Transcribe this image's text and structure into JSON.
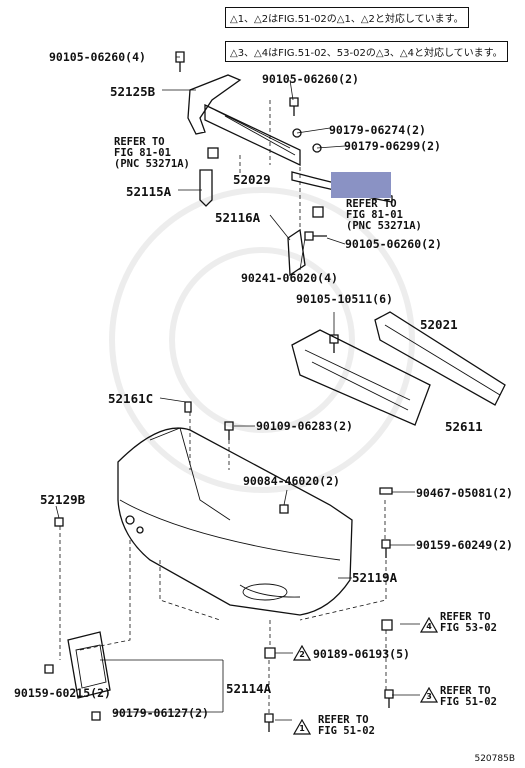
{
  "notes": {
    "note1": "△1、△2はFIG.51-02の△1、△2と対応しています。",
    "note2": "△3、△4はFIG.51-02、53-02の△3、△4と対応しています。"
  },
  "parts": {
    "p_90105_06260_a": "90105-06260(4)",
    "p_52125B": "52125B",
    "p_90105_06260_b": "90105-06260(2)",
    "p_90179_06274": "90179-06274(2)",
    "p_90179_06299": "90179-06299(2)",
    "p_52029": "52029",
    "p_52115A": "52115A",
    "p_52116A": "52116A",
    "p_90105_06260_c": "90105-06260(2)",
    "p_90241_06020": "90241-06020(4)",
    "p_90105_10511": "90105-10511(6)",
    "p_52021": "52021",
    "p_52611": "52611",
    "p_52161C": "52161C",
    "p_90109_06283": "90109-06283(2)",
    "p_90084_46020": "90084-46020(2)",
    "p_90467_05081": "90467-05081(2)",
    "p_52129B": "52129B",
    "p_90159_60249": "90159-60249(2)",
    "p_52119A": "52119A",
    "p_90189_06193": "90189-06193(5)",
    "p_90159_60215": "90159-60215(2)",
    "p_52114A": "52114A",
    "p_90179_06127": "90179-06127(2)"
  },
  "refs": {
    "ref1": "REFER TO\nFIG 81-01\n(PNC 53271A)",
    "ref2": "REFER TO\nFIG 81-01\n(PNC 53271A)",
    "ref3": "REFER TO\nFIG 53-02",
    "ref4": "REFER TO\nFIG 51-02",
    "ref5": "REFER TO\nFIG 51-02"
  },
  "triangles": {
    "t1": "1",
    "t2": "2",
    "t3": "3",
    "t4": "4"
  },
  "footer": "520785B"
}
